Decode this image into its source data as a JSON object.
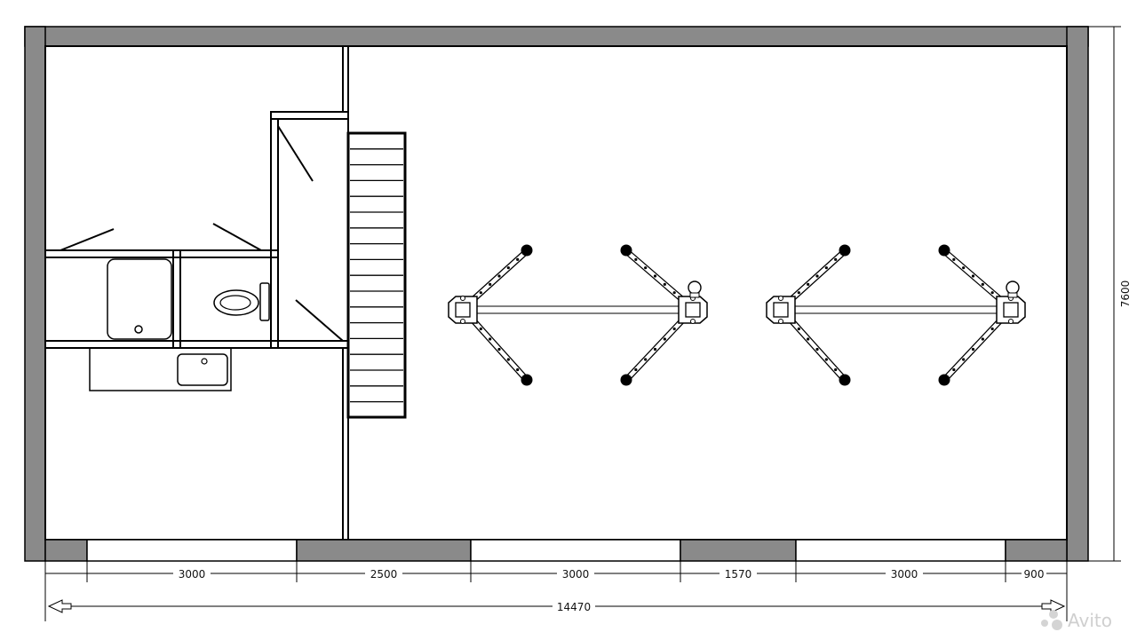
{
  "dimensions": {
    "bottom_segments": [
      "3000",
      "2500",
      "3000",
      "1570",
      "3000",
      "900"
    ],
    "total_width": "14470",
    "height": "7600"
  },
  "watermark": "Avito",
  "icons": {
    "toilet": "toilet-icon",
    "shower": "shower-tray-icon",
    "sink": "sink-icon",
    "stairs": "staircase-icon",
    "lift": "two-post-lift-icon",
    "watermark": "avito-logo-icon"
  },
  "colors": {
    "wall": "#8a8a8a",
    "line": "#000000",
    "background": "#ffffff"
  }
}
